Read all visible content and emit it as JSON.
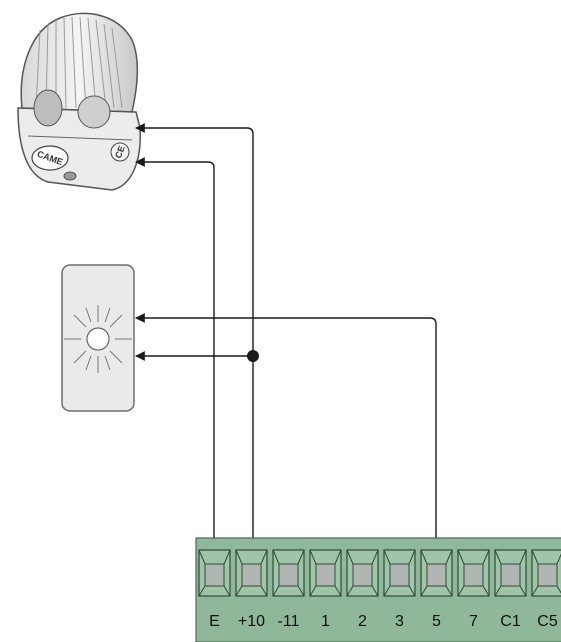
{
  "lamp": {
    "logo_text": "CAME",
    "side_badge": "CE"
  },
  "terminal_block": {
    "terminals": [
      {
        "label": "E"
      },
      {
        "label": "+10"
      },
      {
        "label": "-11"
      },
      {
        "label": "1"
      },
      {
        "label": "2"
      },
      {
        "label": "3"
      },
      {
        "label": "5"
      },
      {
        "label": "7"
      },
      {
        "label": "C1"
      },
      {
        "label": "C5"
      }
    ]
  },
  "colors": {
    "terminal_block": "#8fb89a",
    "terminal_slot": "#b0b7b2",
    "wire": "#1a1a1a",
    "device_outline": "#6e6e6e"
  }
}
